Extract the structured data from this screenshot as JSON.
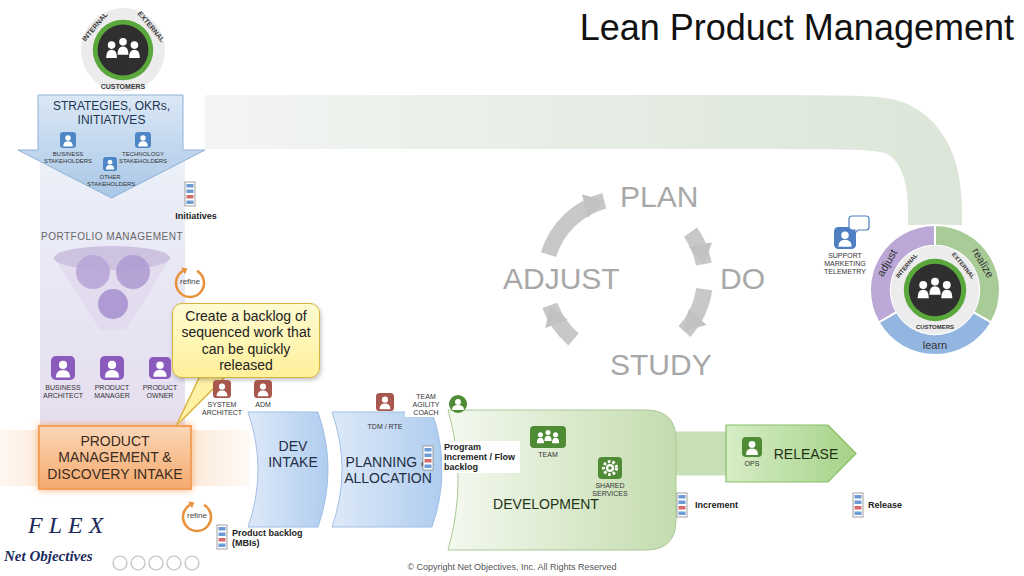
{
  "diagram": {
    "title": "Lean Product Management",
    "nodes": [
      {
        "text": [
          "INTERNAL",
          "CUSTOMERS",
          "EXTERNAL"
        ]
      },
      {
        "text": [
          "STRATEGIES, OKRs, INITIATIVES"
        ]
      },
      {
        "text": [
          "Create a backlog of sequenced work that can be quickly released"
        ]
      },
      {
        "text": [
          "PRODUCT MANAGEMENT & DISCOVERY INTAKE"
        ]
      },
      {
        "text": [
          "DEV INTAKE"
        ]
      },
      {
        "text": [
          "PLANNING & ALLOCATION"
        ]
      },
      {
        "text": [
          "DEVELOPMENT"
        ]
      },
      {
        "text": [
          "RELEASE"
        ]
      },
      {
        "text": [
          "adjust",
          "realize",
          "INTERNAL",
          "CUSTOMERS",
          "EXTERNAL",
          "learn"
        ]
      }
    ],
    "edges": [
      {
        "from": 8,
        "to": 1,
        "arrow": "none"
      },
      {
        "from": 6,
        "to": 7,
        "arrow": "none"
      }
    ],
    "labels": [
      "BUSINESS STAKEHOLDERS",
      "TECHNOLOGY STAKEHOLDERS",
      "OTHER STAKEHOLDERS",
      "Initiatives",
      "PORTFOLIO MANAGEMENT",
      "refine",
      "BUSINESS ARCHITECT",
      "PRODUCT MANAGER",
      "PRODUCT OWNER",
      "SYSTEM ARCHITECT",
      "ADM",
      "refine",
      "Product backlog (MBIs)",
      "TDM / RTE",
      "TEAM AGILITY COACH",
      "Program Increment / Flow backlog",
      "TEAM",
      "SHARED SERVICES",
      "OPS",
      "Increment",
      "Release",
      "PLAN",
      "DO",
      "STUDY",
      "ADJUST",
      "SUPPORT MARKETING TELEMETRY",
      "FLEX",
      "Net Objectives",
      "© Copyright Net Objectives, Inc. All Rights Reserved"
    ]
  }
}
